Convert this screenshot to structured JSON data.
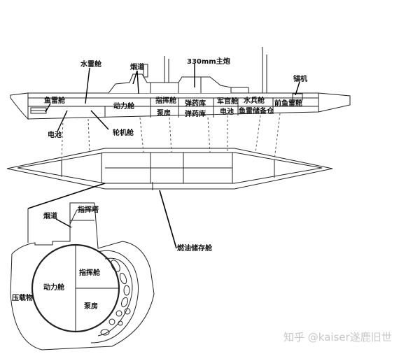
{
  "labels": {
    "torpedo_room": "水雷舱",
    "funnel_top": "烟道",
    "main_gun": "330mm主炮",
    "anchor_machine": "锚机",
    "fish_torpedo_room": "鱼雷舱",
    "power_room_top": "动力舱",
    "command_room_top": "指挥舱",
    "pump_room_top": "泵房",
    "magazine_1": "弹药库",
    "magazine_2": "弹药库",
    "officer_room": "军官舱",
    "sailor_room": "水兵舱",
    "battery_room": "电池",
    "torpedo_storage": "鱼雷储备仓",
    "fwd_torpedo_room": "前鱼雷舱",
    "battery_callout": "电池",
    "turbine_room": "轮机舱",
    "funnel_section": "烟道",
    "conning_tower": "指挥塔",
    "fuel_storage": "燃油储存舱",
    "command_room_section": "指挥舱",
    "power_room_section": "动力舱",
    "ballast": "压载物",
    "pump_room_section": "泵房"
  },
  "watermark": "知乎 @kaiser遂鹿旧世"
}
